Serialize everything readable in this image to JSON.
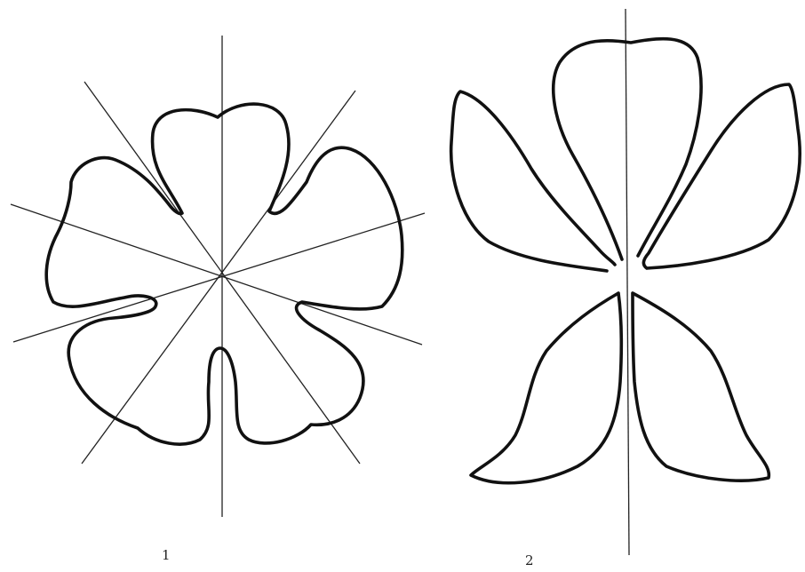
{
  "figures": [
    {
      "label": "1",
      "symmetry": "radial",
      "petal_count": 5,
      "axis_count": 5
    },
    {
      "label": "2",
      "symmetry": "bilateral",
      "petal_count": 5,
      "axis_count": 1
    }
  ],
  "colors": {
    "line": "#111111",
    "background": "#ffffff"
  }
}
